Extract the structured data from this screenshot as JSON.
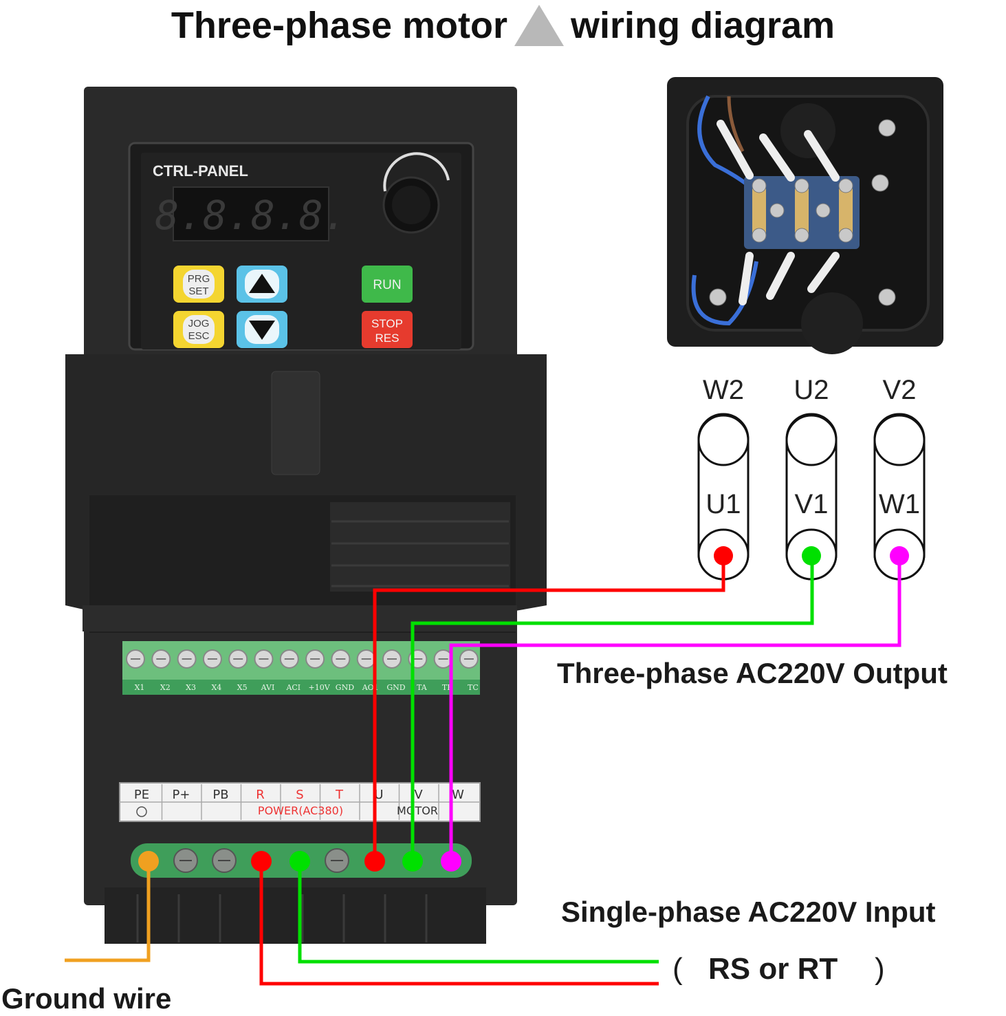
{
  "title": {
    "before": "Three-phase motor",
    "after": "wiring diagram",
    "symbol": "triangle-icon"
  },
  "panel": {
    "brand": "CTRL-PANEL",
    "display": "8.8.8.8.",
    "buttons": {
      "prg_set": [
        "PRG",
        "SET"
      ],
      "jog_esc": [
        "JOG",
        "ESC"
      ],
      "run": "RUN",
      "stop_res": [
        "STOP",
        "RES"
      ]
    }
  },
  "control_terminals": [
    "X1",
    "X2",
    "X3",
    "X4",
    "X5",
    "AVI",
    "ACI",
    "+10V",
    "GND",
    "AO1",
    "GND",
    "TA",
    "TB",
    "TC"
  ],
  "power_terminals": {
    "labels": [
      "PE",
      "P+",
      "PB",
      "R",
      "S",
      "T",
      "U",
      "V",
      "W"
    ],
    "power_group": "POWER(AC380)",
    "motor_group": "MOTOR"
  },
  "motor_coils": [
    {
      "top": "W2",
      "bottom": "U1",
      "color": "#ff0000"
    },
    {
      "top": "U2",
      "bottom": "V1",
      "color": "#00e000"
    },
    {
      "top": "V2",
      "bottom": "W1",
      "color": "#ff00ff"
    }
  ],
  "labels": {
    "output": "Three-phase AC220V Output",
    "input": "Single-phase AC220V Input",
    "input_open": "(",
    "input_terminals": "RS or RT",
    "input_close": ")",
    "ground": "Ground wire"
  },
  "colors": {
    "red": "#ff0000",
    "green": "#00e000",
    "magenta": "#ff00ff",
    "orange": "#f0a020"
  }
}
